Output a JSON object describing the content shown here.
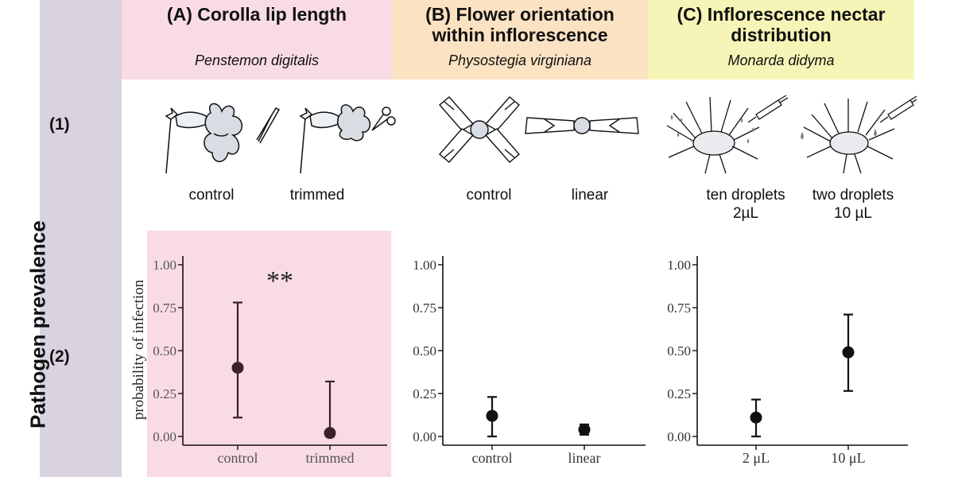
{
  "header": {
    "panel_a": {
      "title": "(A) Corolla lip length",
      "species": "Penstemon digitalis"
    },
    "panel_b": {
      "title_line1": "(B)  Flower orientation",
      "title_line2": "within inflorescence",
      "species": "Physostegia virginiana"
    },
    "panel_c": {
      "title_line1": "(C)  Inflorescence nectar",
      "title_line2": "distribution",
      "species": "Monarda didyma"
    }
  },
  "rows": {
    "row1": "(1)",
    "row2": "(2)"
  },
  "sidebar": {
    "label": "Pathogen prevalence"
  },
  "treatments": {
    "a": [
      "control",
      "trimmed"
    ],
    "b": [
      "control",
      "linear"
    ],
    "c": [
      [
        "ten droplets",
        "2µL"
      ],
      [
        "two droplets",
        "10 µL"
      ]
    ]
  },
  "icons": {
    "a": [
      "penstemon-flower-icon",
      "tweezers-icon",
      "penstemon-flower-trimmed-icon",
      "scissors-icon"
    ],
    "b": [
      "physostegia-cross-arrangement-icon",
      "physostegia-linear-arrangement-icon"
    ],
    "c": [
      "monarda-flower-icon",
      "syringe-icon",
      "nectar-droplet-icon"
    ]
  },
  "colors": {
    "sidebar": "#d9d2df",
    "panel_a": "#f9dbe7",
    "panel_b": "#fbe2c2",
    "panel_c": "#f6f5b7",
    "marker_a": "#3a2228",
    "marker": "#111111",
    "droplet": "#6b7c8c",
    "flower_fill": "#d8dde4"
  },
  "chart_data": [
    {
      "type": "scatter",
      "panel": "A",
      "categories": [
        "control",
        "trimmed"
      ],
      "values": [
        0.4,
        0.02
      ],
      "error_low": [
        0.11,
        0.0
      ],
      "error_high": [
        0.78,
        0.32
      ],
      "ylabel": "probability of infection",
      "yticks": [
        "0.00",
        "0.25",
        "0.50",
        "0.75",
        "1.00"
      ],
      "ylim": [
        0,
        1
      ],
      "annotation": "**"
    },
    {
      "type": "scatter",
      "panel": "B",
      "categories": [
        "control",
        "linear"
      ],
      "values": [
        0.12,
        0.04
      ],
      "error_low": [
        0.0,
        0.01
      ],
      "error_high": [
        0.23,
        0.07
      ],
      "yticks": [
        "0.00",
        "0.25",
        "0.50",
        "0.75",
        "1.00"
      ],
      "ylim": [
        0,
        1
      ]
    },
    {
      "type": "scatter",
      "panel": "C",
      "categories": [
        "2 μL",
        "10 μL"
      ],
      "values": [
        0.11,
        0.49
      ],
      "error_low": [
        0.0,
        0.265
      ],
      "error_high": [
        0.215,
        0.71
      ],
      "yticks": [
        "0.00",
        "0.25",
        "0.50",
        "0.75",
        "1.00"
      ],
      "ylim": [
        0,
        1
      ]
    }
  ]
}
